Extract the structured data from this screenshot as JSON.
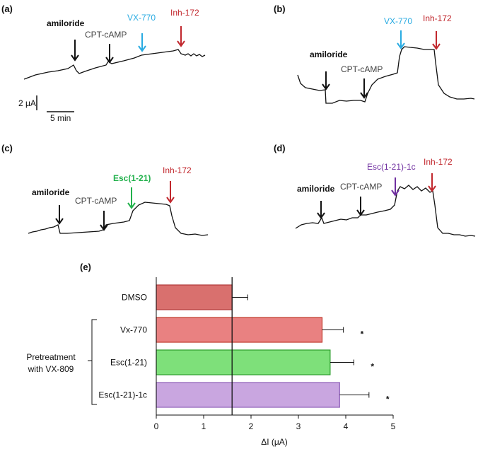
{
  "colors": {
    "black": "#111111",
    "vx770": "#29ABE2",
    "inh172": "#C1272D",
    "esc": "#22B14C",
    "esc1c": "#7030A0",
    "cpt": "#444444"
  },
  "panels": {
    "a": {
      "label": "(a)",
      "scale_current": "2 μA",
      "scale_time": "5 min",
      "markers": [
        {
          "label": "amiloride",
          "color": "#111111",
          "bold": true
        },
        {
          "label": "CPT-cAMP",
          "color": "#444444",
          "bold": false
        },
        {
          "label": "VX-770",
          "color": "#29ABE2",
          "bold": false
        },
        {
          "label": "Inh-172",
          "color": "#C1272D",
          "bold": false
        }
      ]
    },
    "b": {
      "label": "(b)",
      "markers": [
        {
          "label": "amiloride",
          "color": "#111111",
          "bold": true
        },
        {
          "label": "CPT-cAMP",
          "color": "#444444",
          "bold": false
        },
        {
          "label": "VX-770",
          "color": "#29ABE2",
          "bold": false
        },
        {
          "label": "Inh-172",
          "color": "#C1272D",
          "bold": false
        }
      ]
    },
    "c": {
      "label": "(c)",
      "markers": [
        {
          "label": "amiloride",
          "color": "#111111",
          "bold": true
        },
        {
          "label": "CPT-cAMP",
          "color": "#444444",
          "bold": false
        },
        {
          "label": "Esc(1-21)",
          "color": "#22B14C",
          "bold": true
        },
        {
          "label": "Inh-172",
          "color": "#C1272D",
          "bold": false
        }
      ]
    },
    "d": {
      "label": "(d)",
      "markers": [
        {
          "label": "amiloride",
          "color": "#111111",
          "bold": true
        },
        {
          "label": "CPT-cAMP",
          "color": "#444444",
          "bold": false
        },
        {
          "label": "Esc(1-21)-1c",
          "color": "#7030A0",
          "bold": false
        },
        {
          "label": "Inh-172",
          "color": "#C1272D",
          "bold": false
        }
      ]
    },
    "e": {
      "label": "(e)",
      "group_label_line1": "Pretreatment",
      "group_label_line2": "with VX-809"
    }
  },
  "chart_data": {
    "type": "bar",
    "orientation": "horizontal",
    "categories": [
      "DMSO",
      "Vx-770",
      "Esc(1-21)",
      "Esc(1-21)-1c"
    ],
    "values": [
      1.6,
      3.5,
      3.67,
      3.87
    ],
    "errors": [
      0.33,
      0.45,
      0.5,
      0.62
    ],
    "significance": [
      "",
      "*",
      "*",
      "*"
    ],
    "bar_colors": [
      "#D9706E",
      "#E98181",
      "#7EE07A",
      "#C9A6E0"
    ],
    "bar_edge_colors": [
      "#B23A3A",
      "#C0392B",
      "#2E9E2E",
      "#8E5FB8"
    ],
    "reference_line": 1.6,
    "xlim": [
      0,
      5
    ],
    "xticks": [
      "0",
      "1",
      "2",
      "3",
      "4",
      "5"
    ],
    "xlabel": "ΔI (μA)",
    "ylabel": ""
  }
}
